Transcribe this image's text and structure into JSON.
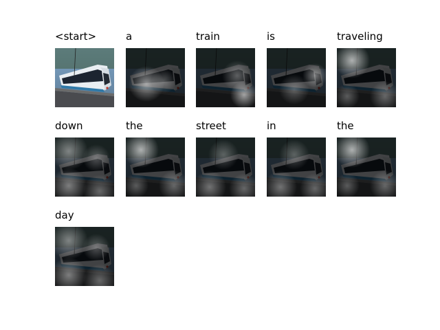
{
  "panels": [
    {
      "word": "<start>",
      "attention": null
    },
    {
      "word": "a",
      "attention": "left-center"
    },
    {
      "word": "train",
      "attention": "right-bottom"
    },
    {
      "word": "is",
      "attention": "right-center"
    },
    {
      "word": "traveling",
      "attention": "top-left"
    },
    {
      "word": "down",
      "attention": "diffuse"
    },
    {
      "word": "the",
      "attention": "top-left"
    },
    {
      "word": "street",
      "attention": "diffuse-center"
    },
    {
      "word": "in",
      "attention": "diffuse-center"
    },
    {
      "word": "the",
      "attention": "top-left"
    },
    {
      "word": "day",
      "attention": "diffuse"
    }
  ],
  "colors": {
    "sky": "#7fa6c9",
    "tram_white": "#e9eef2",
    "tram_blue": "#2f79a8",
    "tram_dark": "#1c2430",
    "road": "#4a4b4f"
  }
}
